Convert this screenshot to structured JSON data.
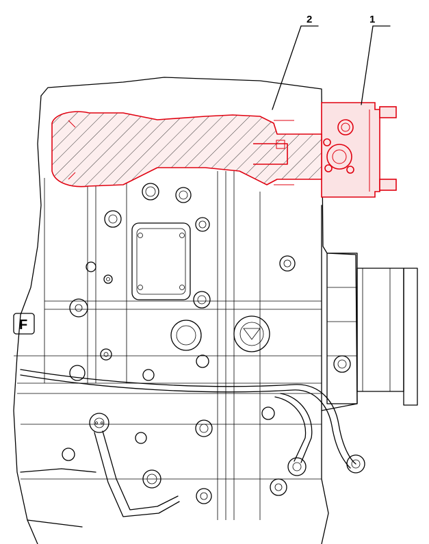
{
  "callouts": [
    {
      "id": "part-1",
      "label": "1"
    },
    {
      "id": "part-2",
      "label": "2"
    }
  ],
  "colors": {
    "highlight": "#e0000f",
    "highlight_fill": "#fbe3e4",
    "linework": "#000000",
    "background": "#ffffff"
  },
  "stamp_letter": "F"
}
